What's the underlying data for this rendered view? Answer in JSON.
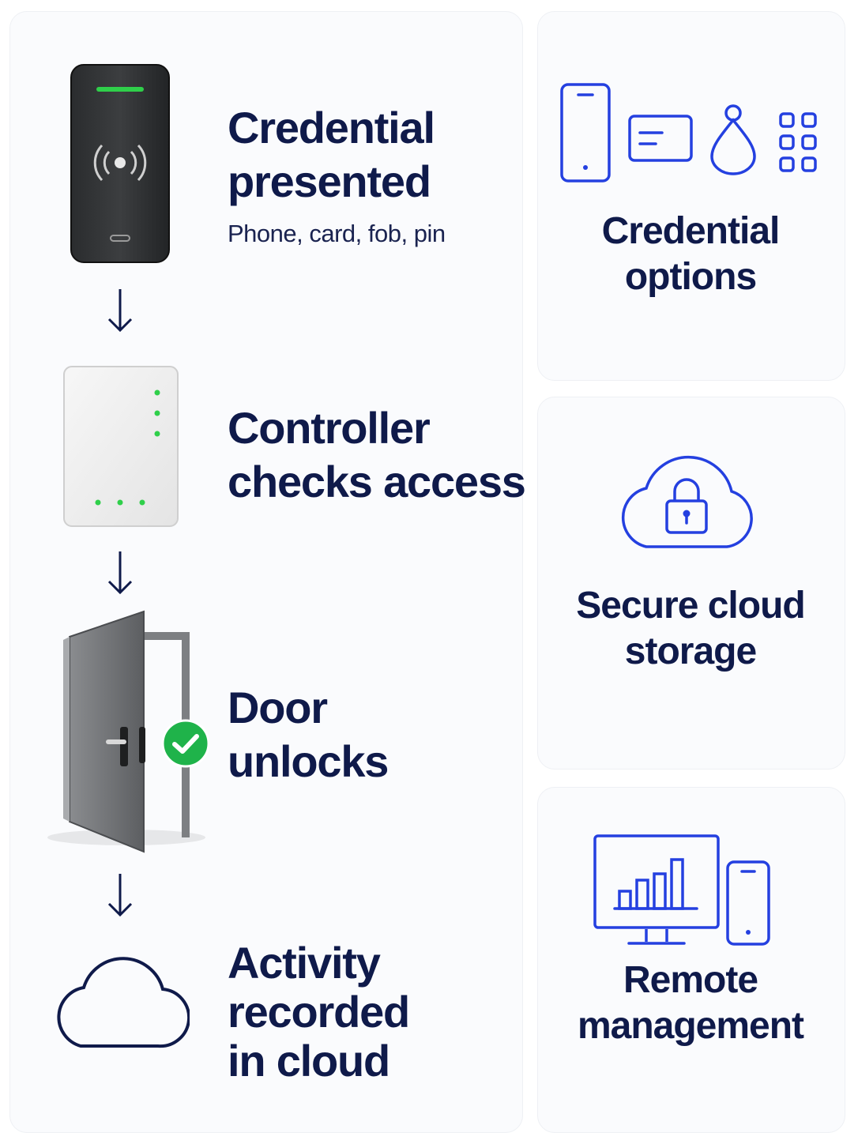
{
  "steps": [
    {
      "title_line1": "Credential",
      "title_line2": "presented",
      "subtitle": "Phone, card, fob, pin",
      "icon": "card-reader-icon"
    },
    {
      "title_line1": "Controller",
      "title_line2": "checks access",
      "icon": "access-controller-icon"
    },
    {
      "title_line1": "Door",
      "title_line2": "unlocks",
      "icon": "open-door-icon",
      "badge_icon": "check-circle-icon"
    },
    {
      "title_line1": "Activity",
      "title_line2": "recorded",
      "title_line3": "in cloud",
      "icon": "cloud-icon"
    }
  ],
  "features": [
    {
      "title_line1": "Credential",
      "title_line2": "options",
      "icons": [
        "phone-icon",
        "card-icon",
        "fob-icon",
        "keypad-icon"
      ]
    },
    {
      "title_line1": "Secure cloud",
      "title_line2": "storage",
      "icon": "cloud-lock-icon"
    },
    {
      "title_line1": "Remote",
      "title_line2": "management",
      "icons": [
        "monitor-chart-icon",
        "phone-icon"
      ]
    }
  ],
  "colors": {
    "navy": "#0f1a4a",
    "accent_blue": "#2440e0",
    "led_green": "#2fcf4a",
    "check_green": "#1fb34a"
  }
}
